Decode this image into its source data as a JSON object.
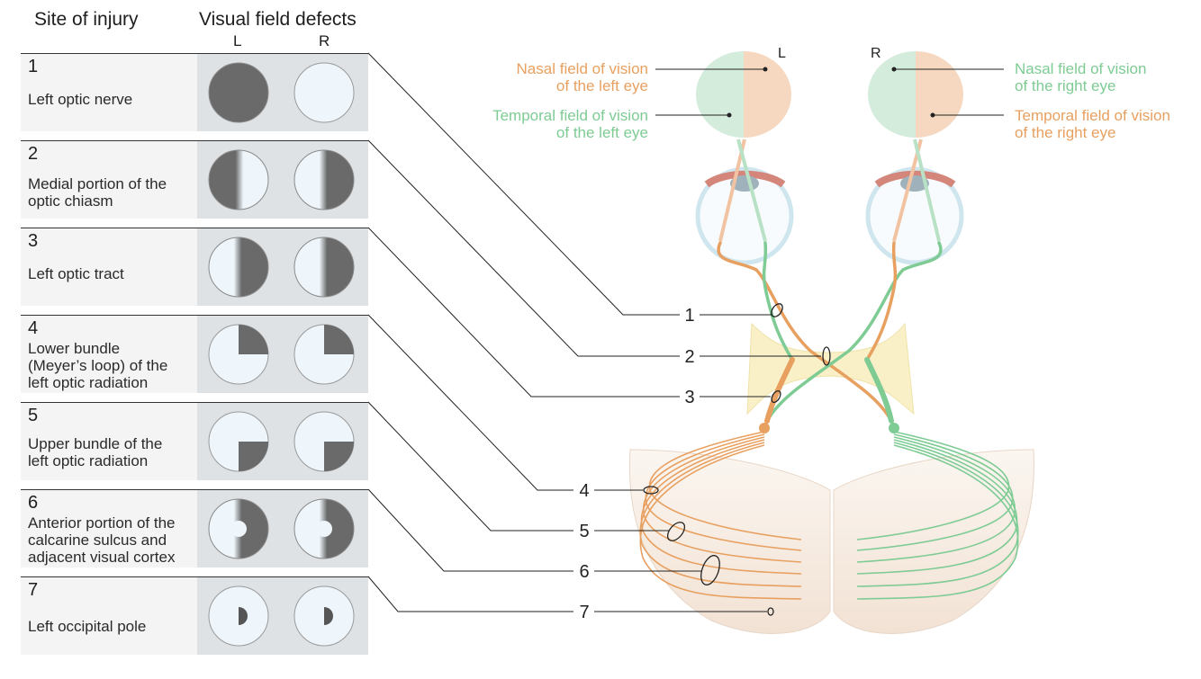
{
  "header": {
    "site_title": "Site of injury",
    "field_title": "Visual field defects",
    "left_eye": "L",
    "right_eye": "R"
  },
  "rows": [
    {
      "number": "1",
      "site": [
        "Left optic nerve"
      ]
    },
    {
      "number": "2",
      "site": [
        "Medial portion of the",
        "optic chiasm"
      ]
    },
    {
      "number": "3",
      "site": [
        "Left optic tract"
      ]
    },
    {
      "number": "4",
      "site": [
        "Lower bundle",
        "(Meyer’s loop) of the",
        "left optic radiation"
      ]
    },
    {
      "number": "5",
      "site": [
        "Upper bundle of the",
        "left optic radiation"
      ]
    },
    {
      "number": "6",
      "site": [
        "Anterior portion of the",
        "calcarine sulcus and",
        "adjacent visual cortex"
      ]
    },
    {
      "number": "7",
      "site": [
        "Left occipital pole"
      ]
    }
  ],
  "diagram": {
    "eye_left_label": "L",
    "eye_right_label": "R",
    "nasal_left": [
      "Nasal field of vision",
      "of the left eye"
    ],
    "temporal_left": [
      "Temporal field of vision",
      "of the left eye"
    ],
    "nasal_right": [
      "Nasal field of vision",
      "of the right eye"
    ],
    "temporal_right": [
      "Temporal field of vision",
      "of the right eye"
    ],
    "lesion_numbers": [
      "1",
      "2",
      "3",
      "4",
      "5",
      "6",
      "7"
    ]
  },
  "colors": {
    "nasal_left": "#e8a060",
    "temporal_left": "#7ecb94",
    "nasal_right": "#7ecb94",
    "temporal_right": "#e8a060",
    "defect": "#6a6a6a",
    "field": "#eef6fb"
  }
}
